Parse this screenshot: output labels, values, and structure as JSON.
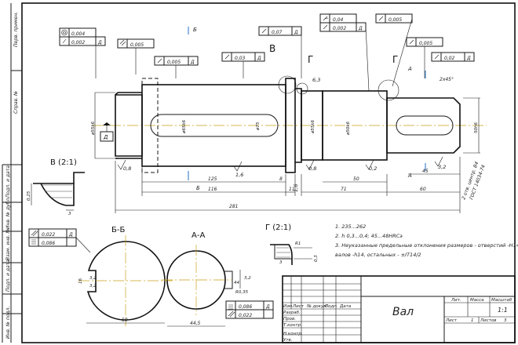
{
  "margin_labels": [
    "Перв. примен.",
    "Справ. №",
    "Подп. и дата",
    "Инв. № дубл.",
    "Взам. инв. №",
    "Подп. и дата",
    "Инв. № подл."
  ],
  "gdt": {
    "g1a": "0,004",
    "g1b": "0,002",
    "g1d": "Д",
    "g2": "0,005",
    "g3": "0,005",
    "g3d": "Д",
    "g4": "0,03",
    "g4d": "Д",
    "g5": "0,07",
    "g5d": "Д",
    "g6a": "0,04",
    "g6b": "0,002",
    "g6d": "Д",
    "g7": "0,005",
    "g8": "0,005",
    "g9": "0,02",
    "g9d": "Д",
    "gbb1": "0,022",
    "gbb2": "0,086",
    "gbbd": "Д",
    "gaa1": "0,086",
    "gaa2": "0,022",
    "gaad": "Д"
  },
  "labels": {
    "b_mark": "Б",
    "b_mark2": "Б",
    "V": "В",
    "G": "Г",
    "G2": "Г",
    "A": "А",
    "A2": "А",
    "datum": "Д",
    "view_v": "В (2:1)",
    "view_g": "Г (2:1)",
    "sec_bb": "Б-Б",
    "sec_aa": "А-А"
  },
  "dims": {
    "d1": "ø55k6",
    "d2": "ø65k6",
    "d3": "ø75",
    "d4": "ø55k6",
    "d5": "ø50k6",
    "d6": "50h6",
    "r1": "0,8",
    "r2": "1,6",
    "r3": "0,8",
    "r4": "1,6",
    "r5": "0,2",
    "r6": "3,2",
    "r7": "6,3",
    "l125": "125",
    "l116": "116",
    "l8": "8",
    "l11": "11",
    "l71": "71",
    "l50": "50",
    "l60": "60",
    "l281": "281",
    "l45": "45",
    "ch": "2x45°",
    "b_58": "58",
    "a_445": "44,5",
    "b_16": "16",
    "b_32": "3,2",
    "a_r": "R0,35",
    "a_44": "44",
    "g_3": "3",
    "g_r": "R1",
    "g_03": "0,3",
    "v_025": "0,25",
    "v_3": "3",
    "center": "2 отв. центр. В4",
    "center2": "ГОСТ 14034-74"
  },
  "notes": [
    "1. 235...262",
    "2. h  0,3...0,4; 45...48HRCэ",
    "3. Неуказанные предельные отклонения размеров - отверстий -H14",
    "валов -h14, остальных - ±IT14/2"
  ],
  "title_block": {
    "name": "Вал",
    "lit": "Лит.",
    "mass": "Масса",
    "scale": "Масштаб",
    "scale_val": "1:1",
    "sheet": "Лист",
    "sheet_num": "1",
    "sheets": "Листов",
    "sheets_num": "3",
    "cols": [
      "Изм.",
      "Лист",
      "№ докум.",
      "Подп.",
      "Дата"
    ],
    "rows": [
      "Разраб.",
      "Пров.",
      "Т.контр.",
      "",
      "Н.контр.",
      "Утв."
    ]
  }
}
